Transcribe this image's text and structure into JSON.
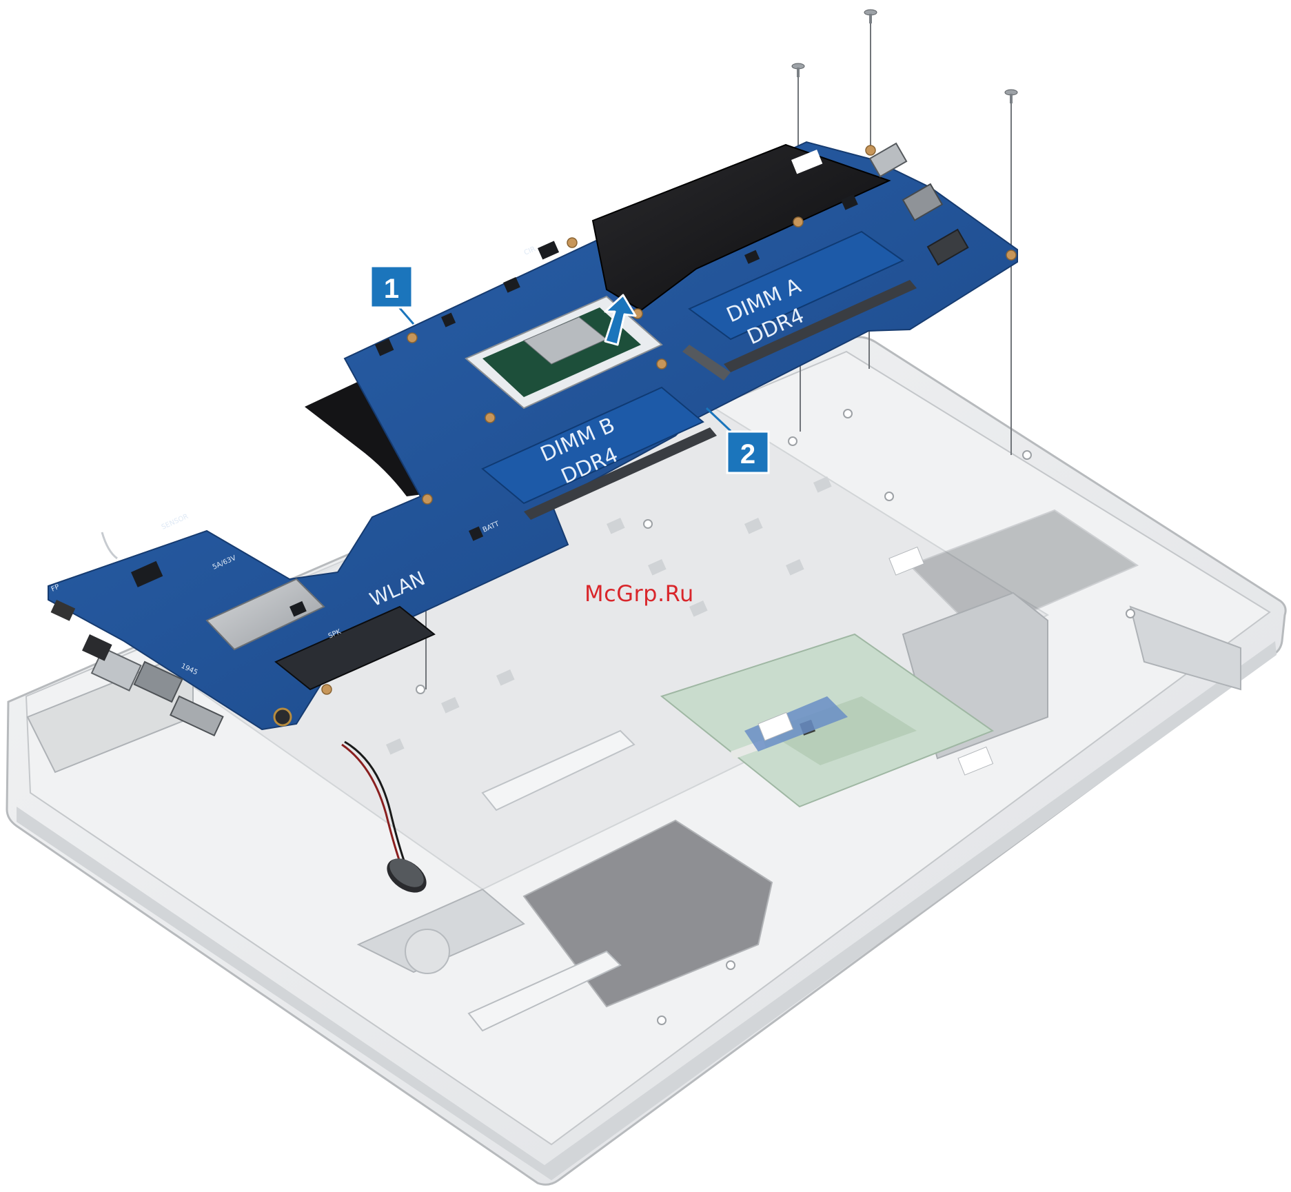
{
  "callouts": [
    {
      "number": "1"
    },
    {
      "number": "2"
    }
  ],
  "board_labels": {
    "dimm_a": "DIMM A",
    "dimm_a_type": "DDR4",
    "dimm_b": "DIMM B",
    "dimm_b_type": "DDR4",
    "wlan": "WLAN",
    "batt": "BATT",
    "spk": "SPK",
    "fp": "FP",
    "rating": "5A/63V",
    "ir": "CIR",
    "sensor": "SENSOR",
    "usb": "1945"
  },
  "watermark": "McGrp.Ru",
  "colors": {
    "board_blue": "#1f4f93",
    "callout_blue": "#1b75bc",
    "chassis_gray": "#e9eaec",
    "watermark_red": "#d9262b"
  }
}
